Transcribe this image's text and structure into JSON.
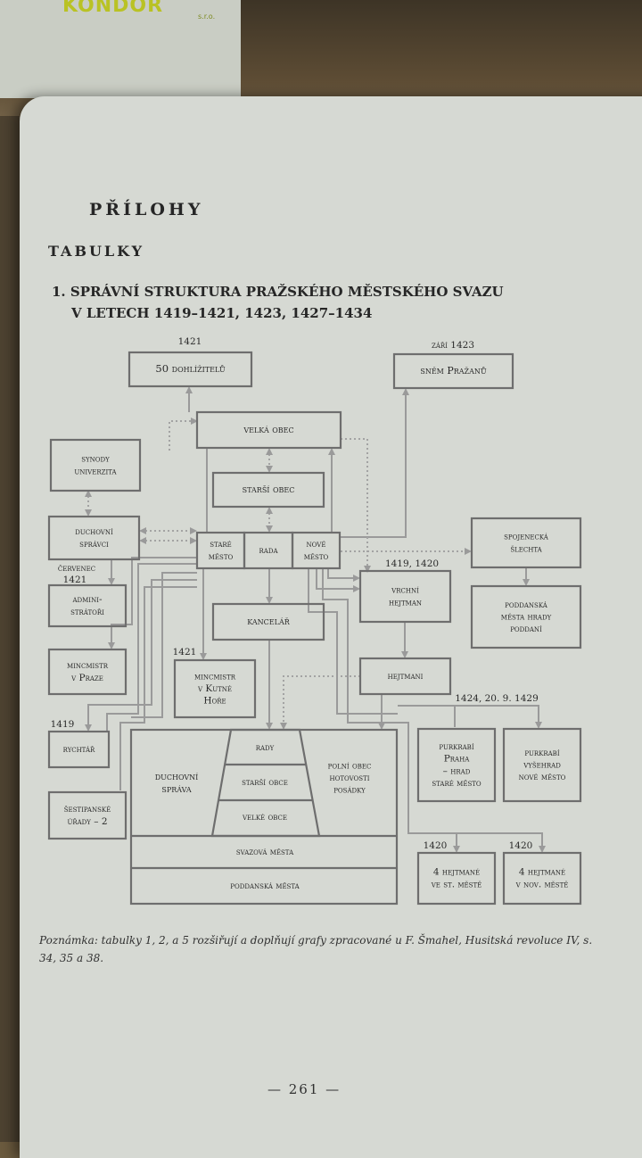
{
  "header": {
    "brand": "KONDOR",
    "brand_sub": "s.r.o."
  },
  "page": {
    "heading": "PŘÍLOHY",
    "subheading": "TABULKY",
    "title_line1": "1. SPRÁVNÍ STRUKTURA PRAŽSKÉHO MĚSTSKÉHO SVAZU",
    "title_line2": "V LETECH 1419–1421, 1423, 1427–1434",
    "note": "Poznámka: tabulky 1, 2, a 5 rozšiřují a doplňují grafy zpracované u F. Šmahel, Husitská revoluce IV, s. 34, 35 a 38.",
    "page_number": "— 261 —"
  },
  "diagram": {
    "labels": {
      "l1421a": "1421",
      "l1423": "září 1423",
      "lcerv": "červenec",
      "l1421b": "1421",
      "l1419a": "1419, 1420",
      "l1421c": "1421",
      "l1419b": "1419",
      "l1424": "1424, 20. 9. 1429",
      "l1420a": "1420",
      "l1420b": "1420"
    },
    "boxes": {
      "dohlizitele": [
        "50 dohlížitelů"
      ],
      "snem": [
        "sněm Pražanů"
      ],
      "velka_obec": [
        "velká obec"
      ],
      "synody": [
        "synody",
        "univerzita"
      ],
      "starsi_obec": [
        "starší obec"
      ],
      "duchovni_spravci": [
        "duchovní",
        "správci"
      ],
      "stare_mesto": [
        "staré",
        "město"
      ],
      "rada": [
        "rada"
      ],
      "nove_mesto": [
        "nové",
        "město"
      ],
      "spojenecka": [
        "spojenecká",
        "šlechta"
      ],
      "vrchni": [
        "vrchní",
        "hejtman"
      ],
      "administratori": [
        "admini-",
        "strátoři"
      ],
      "kancelar": [
        "kancelář"
      ],
      "poddanska_mesta_hrady": [
        "poddanská",
        "města hrady",
        "poddaní"
      ],
      "mincmistr_praha": [
        "mincmistr",
        "v Praze"
      ],
      "mincmistr_kh": [
        "mincmistr",
        "v Kutné",
        "Hoře"
      ],
      "hejtmani": [
        "hejtmani"
      ],
      "rychtar": [
        "rychtář"
      ],
      "rady": [
        "rady"
      ],
      "duchovni_sprava": [
        "duchovní",
        "správa"
      ],
      "starsi_obce": [
        "starší obce"
      ],
      "polni_obec": [
        "polní obec",
        "hotovosti",
        "posádky"
      ],
      "velke_obce": [
        "velké obce"
      ],
      "sestipanske": [
        "šestipanské",
        "úřady – 2"
      ],
      "svazova": [
        "svazová města"
      ],
      "poddanska": [
        "poddanská města"
      ],
      "purkrabi_praha": [
        "purkrabí",
        "Praha",
        "– hrad",
        "staré město"
      ],
      "purkrabi_vysehrad": [
        "purkrabí",
        "vyšehrad",
        "nové město"
      ],
      "hejtmane_st": [
        "4 hejtmané",
        "ve st. městě"
      ],
      "hejtmane_nov": [
        "4 hejtmané",
        "v nov. městě"
      ]
    }
  }
}
